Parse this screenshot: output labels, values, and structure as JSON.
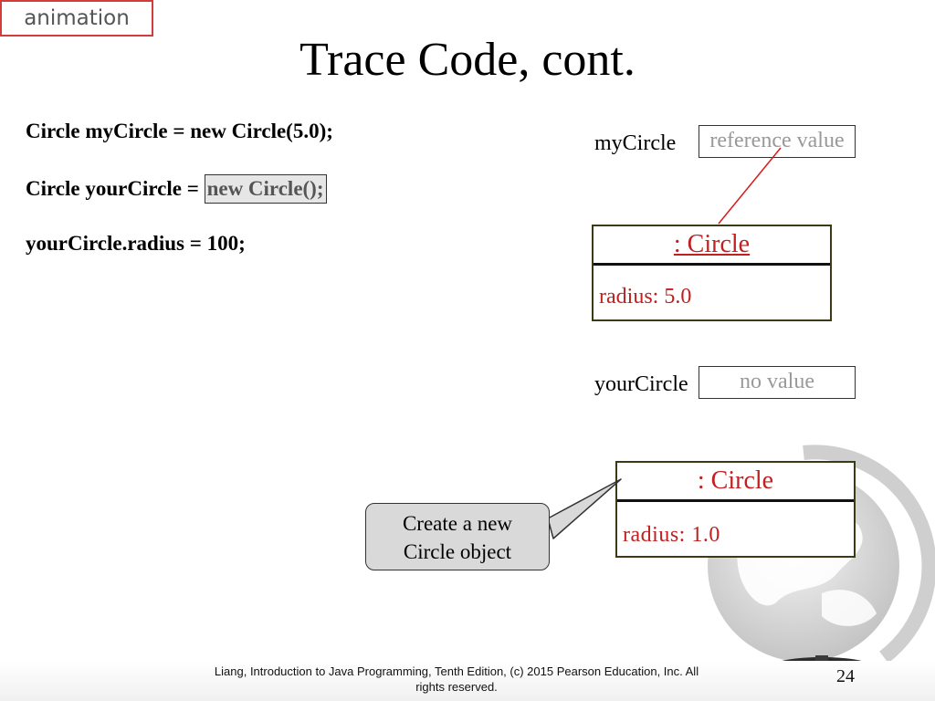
{
  "animation_tag": "animation",
  "title": "Trace Code, cont.",
  "code": {
    "line1": "Circle myCircle = new Circle(5.0);",
    "line2_prefix": "Circle yourCircle = ",
    "line2_highlight": "new Circle();",
    "line3": "yourCircle.radius = 100;"
  },
  "memory": {
    "myCircle": {
      "label": "myCircle",
      "value": "reference value",
      "object": {
        "class_label": ": Circle",
        "field": "radius: 5.0"
      }
    },
    "yourCircle": {
      "label": "yourCircle",
      "value": "no value",
      "object": {
        "class_label": ": Circle",
        "field": "radius: 1.0"
      }
    }
  },
  "callout": {
    "line1": "Create a new",
    "line2": "Circle object"
  },
  "footer": {
    "line1": "Liang, Introduction to Java Programming, Tenth Edition, (c) 2015 Pearson Education, Inc. All",
    "line2": "rights reserved."
  },
  "page_number": "24",
  "colors": {
    "accent_red": "#c02020",
    "highlight_bg": "#e6e6e6",
    "callout_bg": "#d9d9d9"
  }
}
